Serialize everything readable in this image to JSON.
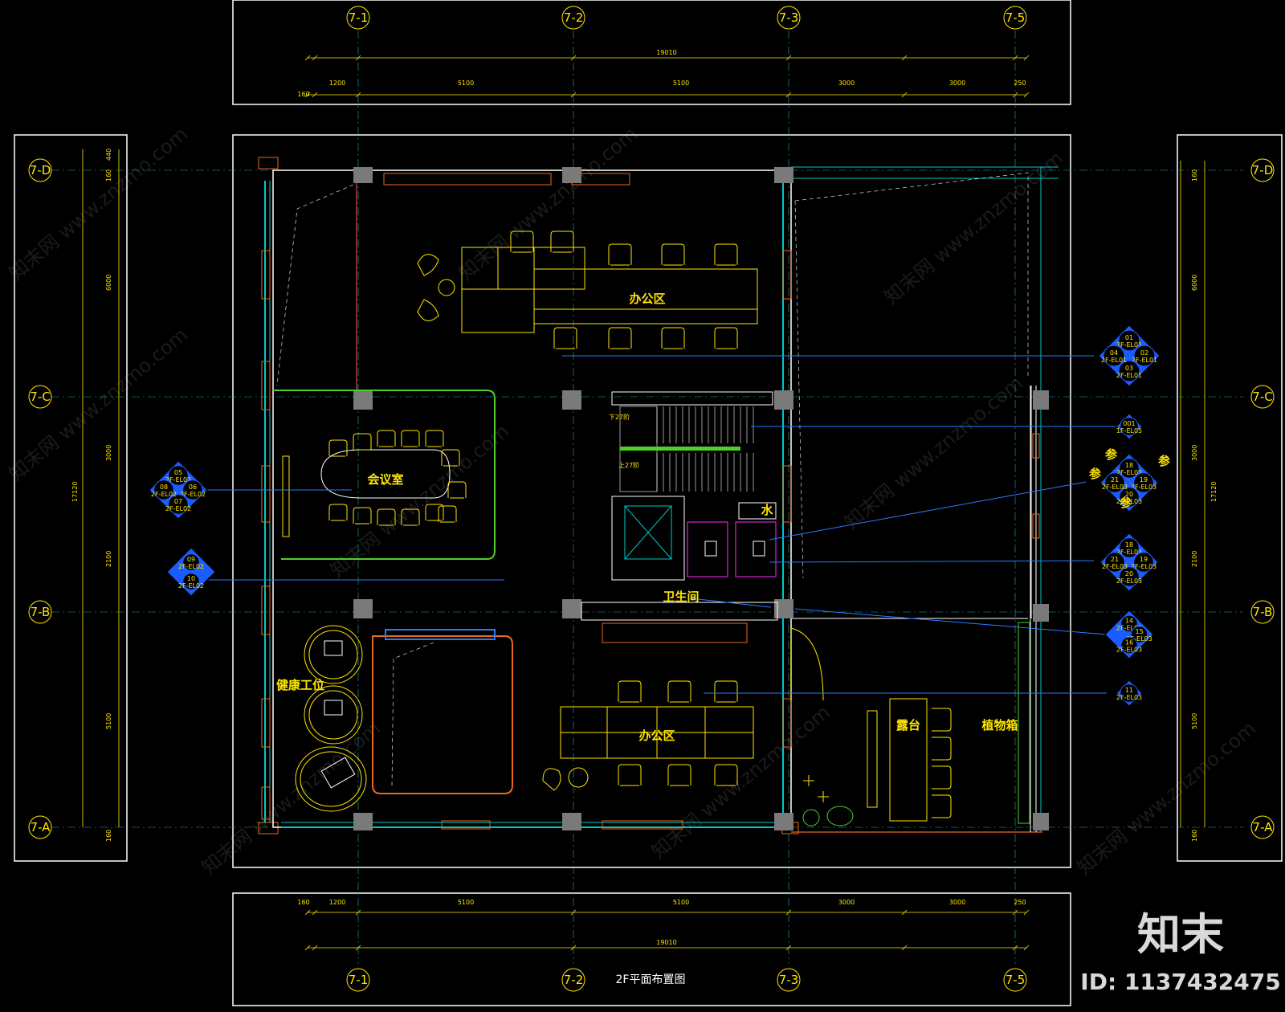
{
  "title": "2F平面布置图",
  "brand": {
    "logo": "知末",
    "id_label": "ID: 1137432475"
  },
  "watermark": "知末网 www.znzmo.com",
  "grid": {
    "columns": [
      "7-1",
      "7-2",
      "7-3",
      "7-5"
    ],
    "rows": [
      "7-D",
      "7-C",
      "7-B",
      "7-A"
    ]
  },
  "dimensions": {
    "top_total": "19010",
    "bottom_total": "19010",
    "horizontal_segments": [
      "160",
      "1200",
      "5100",
      "5100",
      "3000",
      "3000",
      "250"
    ],
    "left_total": "17120",
    "right_total": "17120",
    "vertical_segments": [
      "440",
      "160",
      "6000",
      "3000",
      "2100",
      "5100",
      "160"
    ]
  },
  "rooms": {
    "office_north": "办公区",
    "meeting_room": "会议室",
    "restroom": "卫生间",
    "water": "水",
    "health_station": "健康工位",
    "office_south": "办公区",
    "terrace": "露台",
    "planter": "植物箱"
  },
  "stairs": {
    "down": "下27阶",
    "up": "上27阶"
  },
  "elevation_tags": [
    {
      "codes": [
        "01",
        "02",
        "03",
        "04"
      ],
      "refs": [
        "2F-EL01",
        "2F-EL01",
        "2F-EL01",
        "2F-EL01"
      ]
    },
    {
      "codes": [
        "001"
      ],
      "refs": [
        "1F-EL05"
      ]
    },
    {
      "codes": [
        "18",
        "19",
        "20",
        "21"
      ],
      "refs": [
        "2F-EL03",
        "2F-EL03",
        "2F-EL03",
        "2F-EL03"
      ],
      "note": "参"
    },
    {
      "codes": [
        "18",
        "19",
        "20",
        "21"
      ],
      "refs": [
        "2F-EL03",
        "2F-EL03",
        "2F-EL03",
        "2F-EL03"
      ]
    },
    {
      "codes": [
        "14",
        "15",
        "16"
      ],
      "refs": [
        "2F-EL03",
        "2F-EL03",
        "2F-EL03"
      ]
    },
    {
      "codes": [
        "11"
      ],
      "refs": [
        "2F-EL03"
      ]
    },
    {
      "codes": [
        "05",
        "06",
        "07",
        "08"
      ],
      "refs": [
        "2F-EL02",
        "2F-EL02",
        "2F-EL02",
        "2F-EL02"
      ]
    },
    {
      "codes": [
        "09",
        "10"
      ],
      "refs": [
        "2F-EL02",
        "2F-EL02"
      ]
    }
  ],
  "colors": {
    "wall": "#ffffff",
    "furniture": "#ffe600",
    "glass": "#00c8c8",
    "frame": "#e86a1c",
    "leader": "#2a7cff",
    "tag_fill": "#1a5cff",
    "green": "#4cd02a",
    "magenta": "#ff2cff",
    "grid_line": "#2aa7a7"
  }
}
